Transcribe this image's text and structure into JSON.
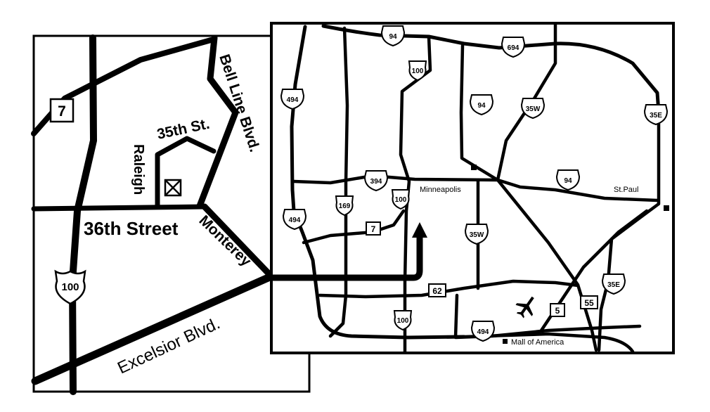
{
  "local_map": {
    "streets": {
      "bell_line": "Bell Line Blvd.",
      "st35": "35th St.",
      "raleigh": "Raleigh",
      "st36": "36th Street",
      "monterey": "Monterey",
      "excelsior": "Excelsior Blvd."
    },
    "shields": {
      "hwy7": "7",
      "us100": "100"
    }
  },
  "regional_map": {
    "cities": {
      "minneapolis": "Minneapolis",
      "st_paul": "St.Paul"
    },
    "landmark": "Mall of America",
    "shields": {
      "i94_top": "94",
      "i694": "694",
      "us100_north": "100",
      "i494_nw": "494",
      "i94_mid": "94",
      "i35w_north": "35W",
      "i35e_north": "35E",
      "i394": "394",
      "us169": "169",
      "us100_mid": "100",
      "i94_east": "94",
      "i494_west": "494",
      "hwy7": "7",
      "i35w_south": "35W",
      "hwy62": "62",
      "i35e_south": "35E",
      "hwy5": "5",
      "hwy55": "55",
      "us100_south": "100",
      "i494_south": "494"
    }
  }
}
